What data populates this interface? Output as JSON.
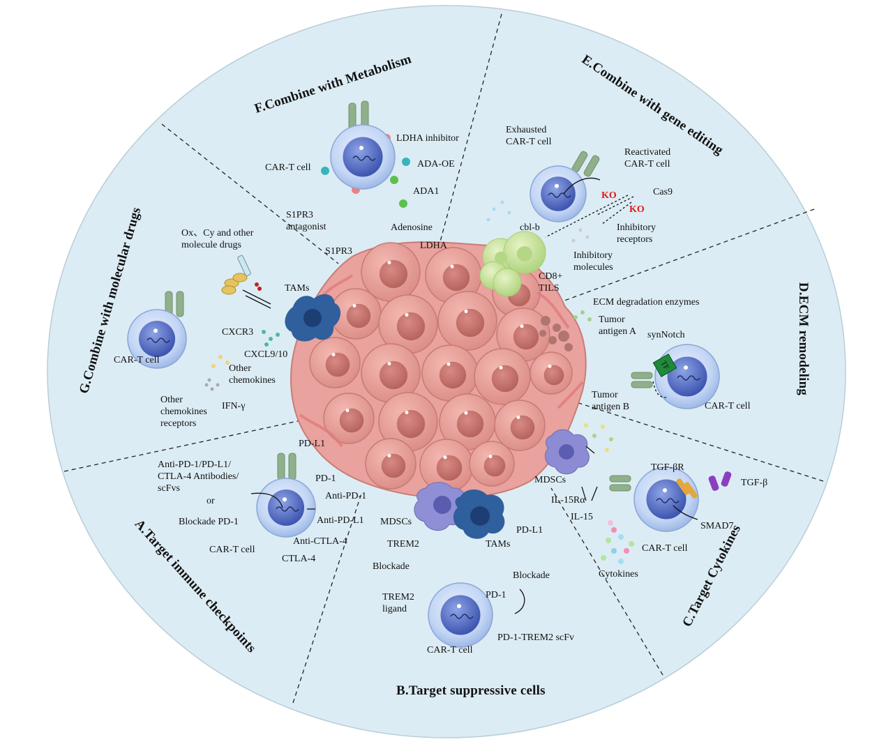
{
  "sections": {
    "a": "A.Target immune checkpoints",
    "b": "B.Target suppressive cells",
    "c": "C.Target Cytokines",
    "d": "D.ECM remodeling",
    "e": "E.Combine with gene editing",
    "f": "F.Combine with Metabolism",
    "g": "G.Combine with molecular drugs"
  },
  "f": {
    "cart": "CAR-T cell",
    "ldha_inhibitor": "LDHA  inhibitor",
    "ada_oe": "ADA-OE",
    "ada1": "ADA1"
  },
  "e": {
    "exhausted": "Exhausted\nCAR-T cell",
    "reactivated": "Reactivated\nCAR-T cell",
    "cas9": "Cas9",
    "ko1": "KO",
    "ko2": "KO",
    "cblb": "cbl-b",
    "inhib_receptors": "Inhibitory\nreceptors",
    "inhib_molecules": "Inhibitory\nmolecules",
    "cd8": "CD8+\nTILS"
  },
  "center": {
    "s1pr3_antagonist": "S1PR3\nantagonist",
    "adenosine": "Adenosine",
    "ldha": "LDHA",
    "s1pr3": "S1PR3",
    "tams_top": "TAMs",
    "pdl1_left": "PD-L1",
    "mdscs_bottom": "MDSCs",
    "tams_bottom": "TAMs",
    "pdl1_bottom": "PD-L1",
    "mdscs_right": "MDSCs"
  },
  "g": {
    "drugs": "Ox、Cy and other\nmolecule drugs",
    "cart": "CAR-T cell",
    "cxcr3": "CXCR3",
    "cxcl": "CXCL9/10",
    "other_chemokines": "Other\nchemokines",
    "other_receptors": "Other\nchemokines\nreceptors",
    "ifn": "IFN-γ"
  },
  "d": {
    "ecm_enzymes": "ECM degradation enzymes",
    "antigen_a": "Tumor\nantigen A",
    "synnotch": "synNotch",
    "tf": "TF",
    "antigen_b": "Tumor\nantigen B",
    "cart": "CAR-T cell"
  },
  "a": {
    "antibodies": "Anti-PD-1/PD-L1/\nCTLA-4 Antibodies/\nscFvs",
    "or": "or",
    "blockade": "Blockade PD-1",
    "cart": "CAR-T cell",
    "pd1": "PD-1",
    "anti_pd1": "Anti-PD-1",
    "anti_pdl1": "Anti-PD-L1",
    "anti_ctla4": "Anti-CTLA-4",
    "ctla4": "CTLA-4"
  },
  "b": {
    "trem2": "TREM2",
    "blockade_left": "Blockade",
    "blockade_right": "Blockade",
    "trem2_ligand": "TREM2\nligand",
    "pd1": "PD-1",
    "scfv": "PD-1-TREM2 scFv",
    "cart": "CAR-T cell"
  },
  "c": {
    "il15ra": "IL-15Rα",
    "il15": "IL-15",
    "tgfbr": "TGF-βR",
    "tgfb": "TGF-β",
    "smad7": "SMAD7",
    "cart": "CAR-T cell",
    "cytokines": "Cytokines"
  },
  "colors": {
    "disc": "#dcecf4",
    "disc_edge": "#9fb5c0",
    "cell_outer": "#b3cdf3",
    "nucleus": "#5a72c8",
    "tumor": "#e79c98",
    "tumor_dark": "#c8706c",
    "tam": "#2f5f9c",
    "mdsc": "#8f8fd6",
    "cd8": "#c8e39a",
    "receptor_green": "#8fb08a"
  }
}
